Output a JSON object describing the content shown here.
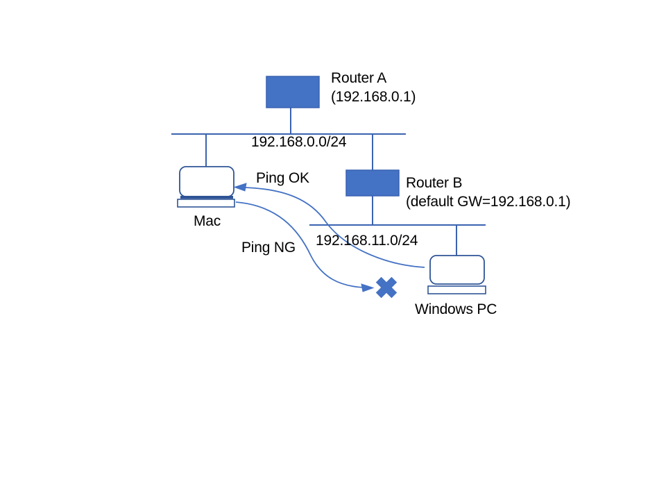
{
  "diagram": {
    "title": "Network topology: Mac, Router A, Router B, Windows PC",
    "colors": {
      "router_fill": "#4472C4",
      "router_stroke": "#3A63B0",
      "line": "#4472C4",
      "device_stroke": "#2E5496",
      "arrow": "#4472C4",
      "cross": "#4472C4",
      "text": "#000000",
      "background": "#FFFFFF"
    },
    "nodes": [
      {
        "id": "router-a",
        "type": "router",
        "label": "Router A\n(192.168.0.1)"
      },
      {
        "id": "router-b",
        "type": "router",
        "label": "Router B\n(default GW=192.168.0.1)"
      },
      {
        "id": "mac",
        "type": "laptop",
        "label": "Mac"
      },
      {
        "id": "windows-pc",
        "type": "laptop",
        "label": "Windows PC"
      }
    ],
    "segments": [
      {
        "id": "segment-top",
        "label": "192.168.0.0/24"
      },
      {
        "id": "segment-bottom",
        "label": "192.168.11.0/24"
      }
    ],
    "annotations": [
      {
        "id": "ping-ok",
        "label": "Ping OK"
      },
      {
        "id": "ping-ng",
        "label": "Ping NG"
      }
    ],
    "markers": [
      {
        "id": "failure-cross",
        "icon": "cross-icon"
      }
    ]
  }
}
